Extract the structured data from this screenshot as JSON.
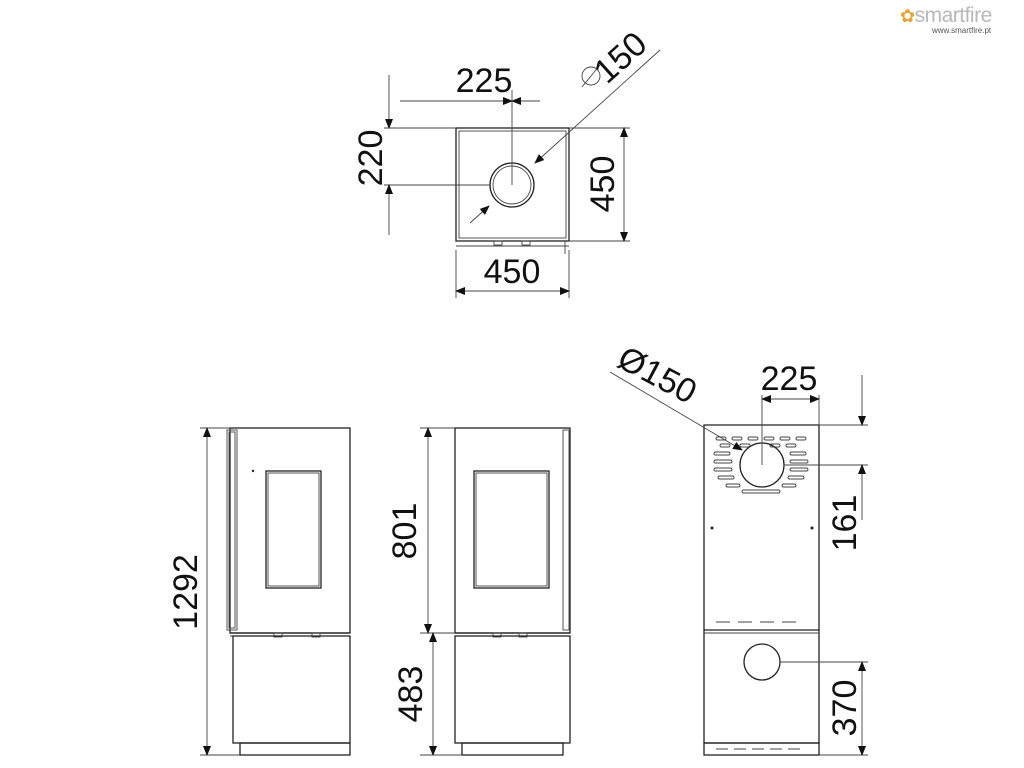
{
  "brand": {
    "name": "smartfire",
    "url": "www.smartfire.pt",
    "accent": "#e9a235"
  },
  "dimensions": {
    "top_view": {
      "width": "450",
      "depth": "450",
      "flue_offset": "225",
      "flue_depth": "220",
      "flue_diameter": "150"
    },
    "front_view": {
      "height": "1292"
    },
    "side_view": {
      "upper": "801",
      "lower": "483"
    },
    "rear_view": {
      "diameter": "Ø150",
      "flue_offset": "225",
      "flue_height": "161",
      "rear_outlet": "370"
    }
  }
}
